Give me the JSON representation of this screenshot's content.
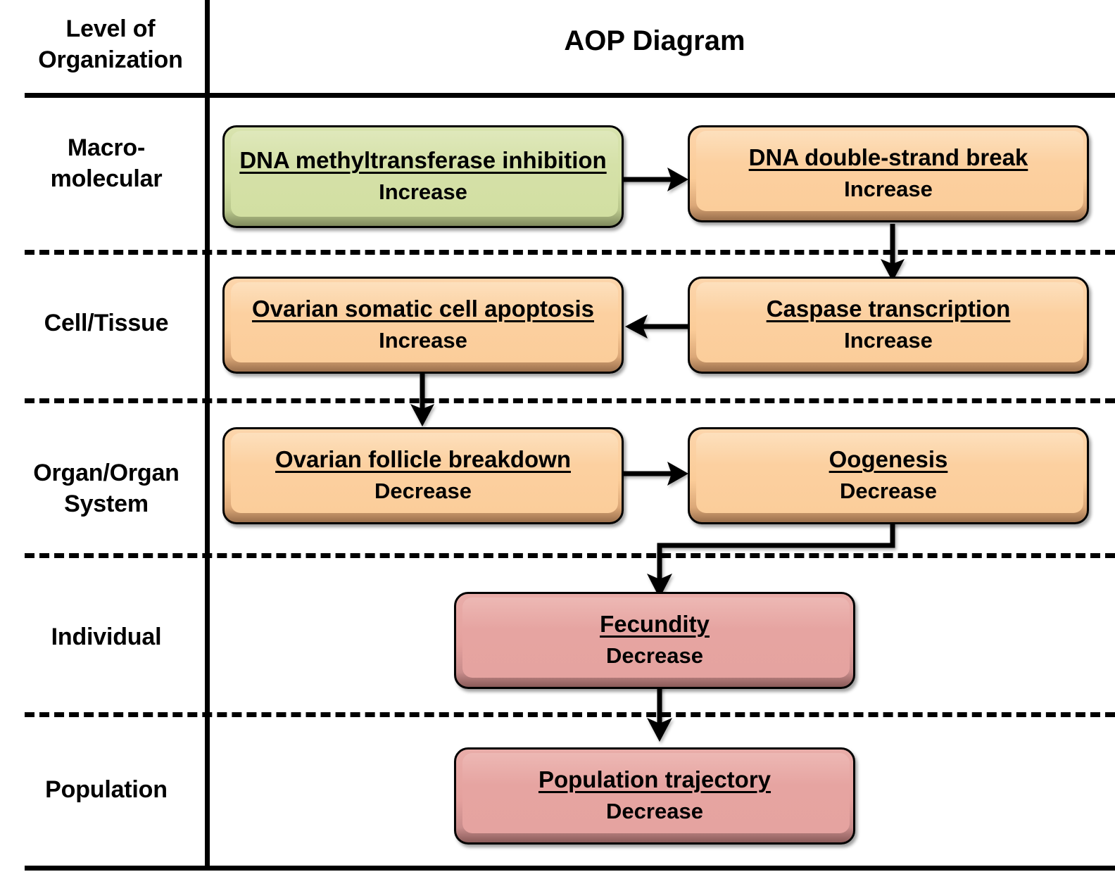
{
  "header": {
    "level_label_line1": "Level of",
    "level_label_line2": "Organization",
    "diagram_title": "AOP Diagram"
  },
  "levels": [
    {
      "id": "macromolecular",
      "label_line1": "Macro-",
      "label_line2": "molecular"
    },
    {
      "id": "cell-tissue",
      "label_line1": "Cell/Tissue",
      "label_line2": ""
    },
    {
      "id": "organ-system",
      "label_line1": "Organ/Organ",
      "label_line2": "System"
    },
    {
      "id": "individual",
      "label_line1": "Individual",
      "label_line2": ""
    },
    {
      "id": "population",
      "label_line1": "Population",
      "label_line2": ""
    }
  ],
  "nodes": [
    {
      "id": "dna-methyltransferase-inhibition",
      "title": "DNA methyltransferase inhibition",
      "direction": "Increase",
      "level": "macromolecular",
      "color": "#d3e0a4",
      "type": "molecular-initiating-event"
    },
    {
      "id": "dna-double-strand-break",
      "title": "DNA double-strand break",
      "direction": "Increase",
      "level": "macromolecular",
      "color": "#fbcd9a",
      "type": "key-event"
    },
    {
      "id": "ovarian-somatic-cell-apoptosis",
      "title": "Ovarian somatic cell apoptosis",
      "direction": "Increase",
      "level": "cell-tissue",
      "color": "#fbcd9a",
      "type": "key-event"
    },
    {
      "id": "caspase-transcription",
      "title": "Caspase transcription",
      "direction": "Increase",
      "level": "cell-tissue",
      "color": "#fbcd9a",
      "type": "key-event"
    },
    {
      "id": "ovarian-follicle-breakdown",
      "title": "Ovarian follicle breakdown",
      "direction": "Decrease",
      "level": "organ-system",
      "color": "#fbcd9a",
      "type": "key-event"
    },
    {
      "id": "oogenesis",
      "title": "Oogenesis",
      "direction": "Decrease",
      "level": "organ-system",
      "color": "#fbcd9a",
      "type": "key-event"
    },
    {
      "id": "fecundity",
      "title": "Fecundity",
      "direction": "Decrease",
      "level": "individual",
      "color": "#e5a3a0",
      "type": "adverse-outcome"
    },
    {
      "id": "population-trajectory",
      "title": "Population trajectory",
      "direction": "Decrease",
      "level": "population",
      "color": "#e5a3a0",
      "type": "adverse-outcome"
    }
  ],
  "edges": [
    {
      "from": "dna-methyltransferase-inhibition",
      "to": "dna-double-strand-break",
      "shape": "horizontal-right"
    },
    {
      "from": "dna-double-strand-break",
      "to": "caspase-transcription",
      "shape": "vertical-down"
    },
    {
      "from": "caspase-transcription",
      "to": "ovarian-somatic-cell-apoptosis",
      "shape": "horizontal-left"
    },
    {
      "from": "ovarian-somatic-cell-apoptosis",
      "to": "ovarian-follicle-breakdown",
      "shape": "vertical-down"
    },
    {
      "from": "ovarian-follicle-breakdown",
      "to": "oogenesis",
      "shape": "horizontal-right"
    },
    {
      "from": "oogenesis",
      "to": "fecundity",
      "shape": "elbow-down-left-down"
    },
    {
      "from": "fecundity",
      "to": "population-trajectory",
      "shape": "vertical-down"
    }
  ]
}
